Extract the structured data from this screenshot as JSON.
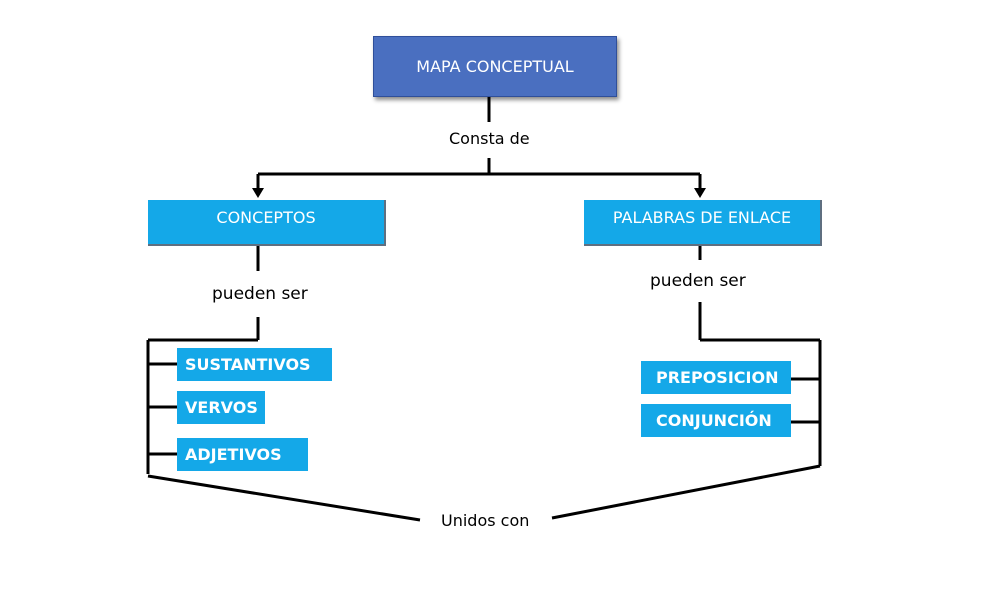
{
  "root": {
    "label": "MAPA CONCEPTUAL"
  },
  "links": {
    "top": "Consta de",
    "left": "pueden ser",
    "right": "pueden ser",
    "bottom": "Unidos con"
  },
  "left_branch": {
    "label": "CONCEPTOS",
    "items": [
      "SUSTANTIVOS",
      "VERVOS",
      "ADJETIVOS"
    ]
  },
  "right_branch": {
    "label": "PALABRAS DE ENLACE",
    "items": [
      "PREPOSICION",
      "CONJUNCIÓN"
    ]
  },
  "colors": {
    "root_fill": "#4a6fc0",
    "node_fill": "#14a8e8",
    "line": "#000000"
  }
}
